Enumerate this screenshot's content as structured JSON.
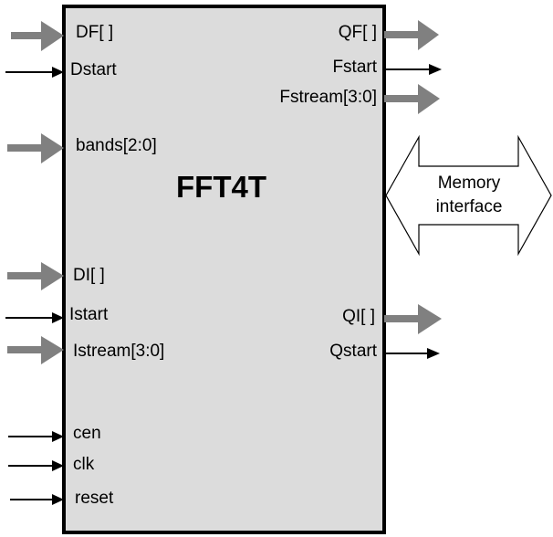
{
  "block": {
    "title": "FFT4T",
    "fill_color": "#dcdcdc",
    "border_color": "#000000"
  },
  "colors": {
    "bus_arrow": "#808080",
    "signal_arrow": "#000000"
  },
  "inputs": [
    {
      "id": "df",
      "label": "DF[ ]",
      "type": "bus"
    },
    {
      "id": "dstart",
      "label": "Dstart",
      "type": "signal"
    },
    {
      "id": "bands",
      "label": "bands[2:0]",
      "type": "bus"
    },
    {
      "id": "di",
      "label": "DI[ ]",
      "type": "bus"
    },
    {
      "id": "istart",
      "label": "Istart",
      "type": "signal"
    },
    {
      "id": "istream",
      "label": "Istream[3:0]",
      "type": "bus"
    },
    {
      "id": "cen",
      "label": "cen",
      "type": "signal"
    },
    {
      "id": "clk",
      "label": "clk",
      "type": "signal"
    },
    {
      "id": "reset",
      "label": "reset",
      "type": "signal"
    }
  ],
  "outputs": [
    {
      "id": "qf",
      "label": "QF[ ]",
      "type": "bus"
    },
    {
      "id": "fstart",
      "label": "Fstart",
      "type": "signal"
    },
    {
      "id": "fstream",
      "label": "Fstream[3:0]",
      "type": "bus"
    },
    {
      "id": "qi",
      "label": "QI[ ]",
      "type": "bus"
    },
    {
      "id": "qstart",
      "label": "Qstart",
      "type": "signal"
    }
  ],
  "memory_interface": {
    "line1": "Memory",
    "line2": "interface",
    "direction": "bidirectional"
  }
}
